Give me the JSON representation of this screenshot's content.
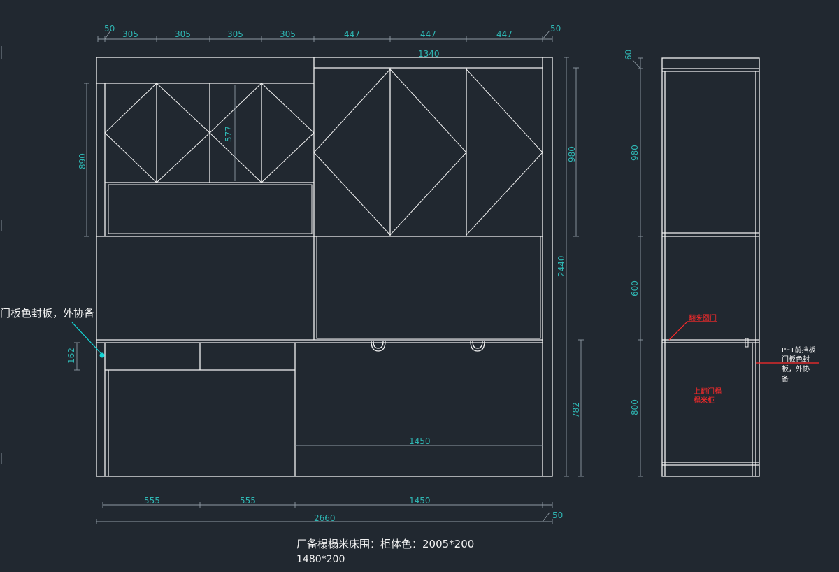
{
  "drawing": {
    "top_dims": [
      "50",
      "305",
      "305",
      "305",
      "305",
      "447",
      "447",
      "447",
      "50"
    ],
    "upper_right_width": "1340",
    "inner_dim_577": "577",
    "left_dim_890": "890",
    "left_dim_162": "162",
    "right_dim_980": "980",
    "right_dim_2440": "2440",
    "right_dim_782": "782",
    "bed_width": "1450",
    "bottom_dims": [
      "555",
      "555",
      "1450"
    ],
    "total_width": "2660",
    "bottom_right_50": "50",
    "side_dims": {
      "top": "60",
      "upper": "980",
      "middle": "600",
      "lower": "800"
    },
    "notes": {
      "left_note": "门板色封板，外协备",
      "side_red_1": "翻来图门",
      "side_red_2_line1": "上翻门榻",
      "side_red_2_line2": "榻米柜",
      "side_white_line1": "PET前挡板",
      "side_white_line2": "门板色封",
      "side_white_line3": "板，外协",
      "side_white_line4": "备"
    },
    "caption_line1": "厂备榻榻米床围：柜体色：2005*200",
    "caption_line2": "1480*200"
  },
  "colors": {
    "background": "#212830",
    "lines": "#f2f2f2",
    "dimension_text": "#2fb6b3",
    "leader": "#14d6d6",
    "annotation_red": "#ff2a2a"
  }
}
